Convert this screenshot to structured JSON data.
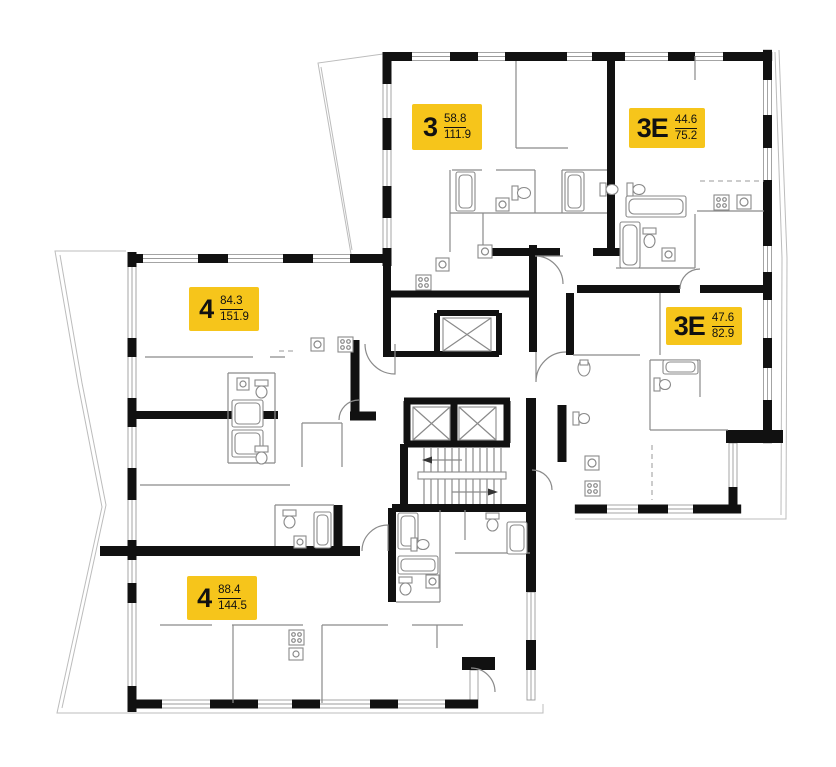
{
  "title": "Residential floor plan",
  "colors": {
    "badge_bg": "#F6C51B",
    "badge_text": "#111111",
    "walls": "#111111",
    "partitions": "#8a8a8a",
    "outline": "#bcbcbc",
    "background": "#ffffff"
  },
  "icons": {
    "elevator": "crossed-rectangle",
    "stairs": "parallel-treads-with-arrows",
    "door": "quarter-arc-swing"
  },
  "units": [
    {
      "id": "unit-3",
      "type": "3",
      "area_living": "58.8",
      "area_total": "111.9"
    },
    {
      "id": "unit-3e-top",
      "type": "3Е",
      "area_living": "44.6",
      "area_total": "75.2"
    },
    {
      "id": "unit-4-top",
      "type": "4",
      "area_living": "84.3",
      "area_total": "151.9"
    },
    {
      "id": "unit-3e-right",
      "type": "3Е",
      "area_living": "47.6",
      "area_total": "82.9"
    },
    {
      "id": "unit-4-bottom",
      "type": "4",
      "area_living": "88.4",
      "area_total": "144.5"
    }
  ]
}
